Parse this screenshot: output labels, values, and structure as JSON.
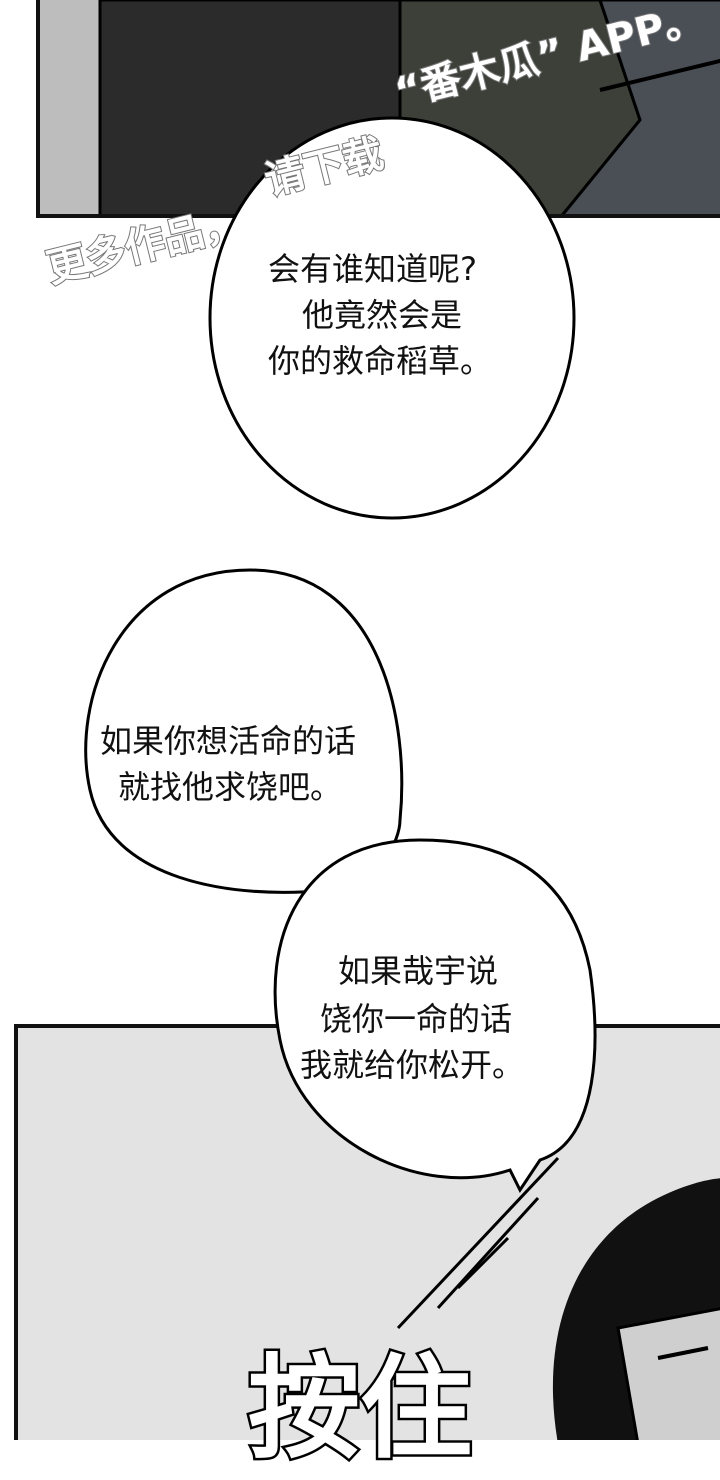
{
  "watermark": {
    "line1": "更多作品，",
    "line2": "请下载",
    "line3": "“番木瓜” APP。"
  },
  "bubbles": [
    {
      "lines": [
        "会有谁知道呢?",
        "他竟然会是",
        "你的救命稻草。"
      ]
    },
    {
      "lines": [
        "如果你想活命的话",
        "就找他求饶吧。"
      ]
    },
    {
      "lines": [
        "如果哉宇说",
        "饶你一命的话",
        "我就给你松开。"
      ]
    }
  ],
  "sfx": "按住",
  "colors": {
    "panel_dark": "#bdbdbd",
    "panel_light": "#e3e3e3",
    "ink": "#111111"
  }
}
